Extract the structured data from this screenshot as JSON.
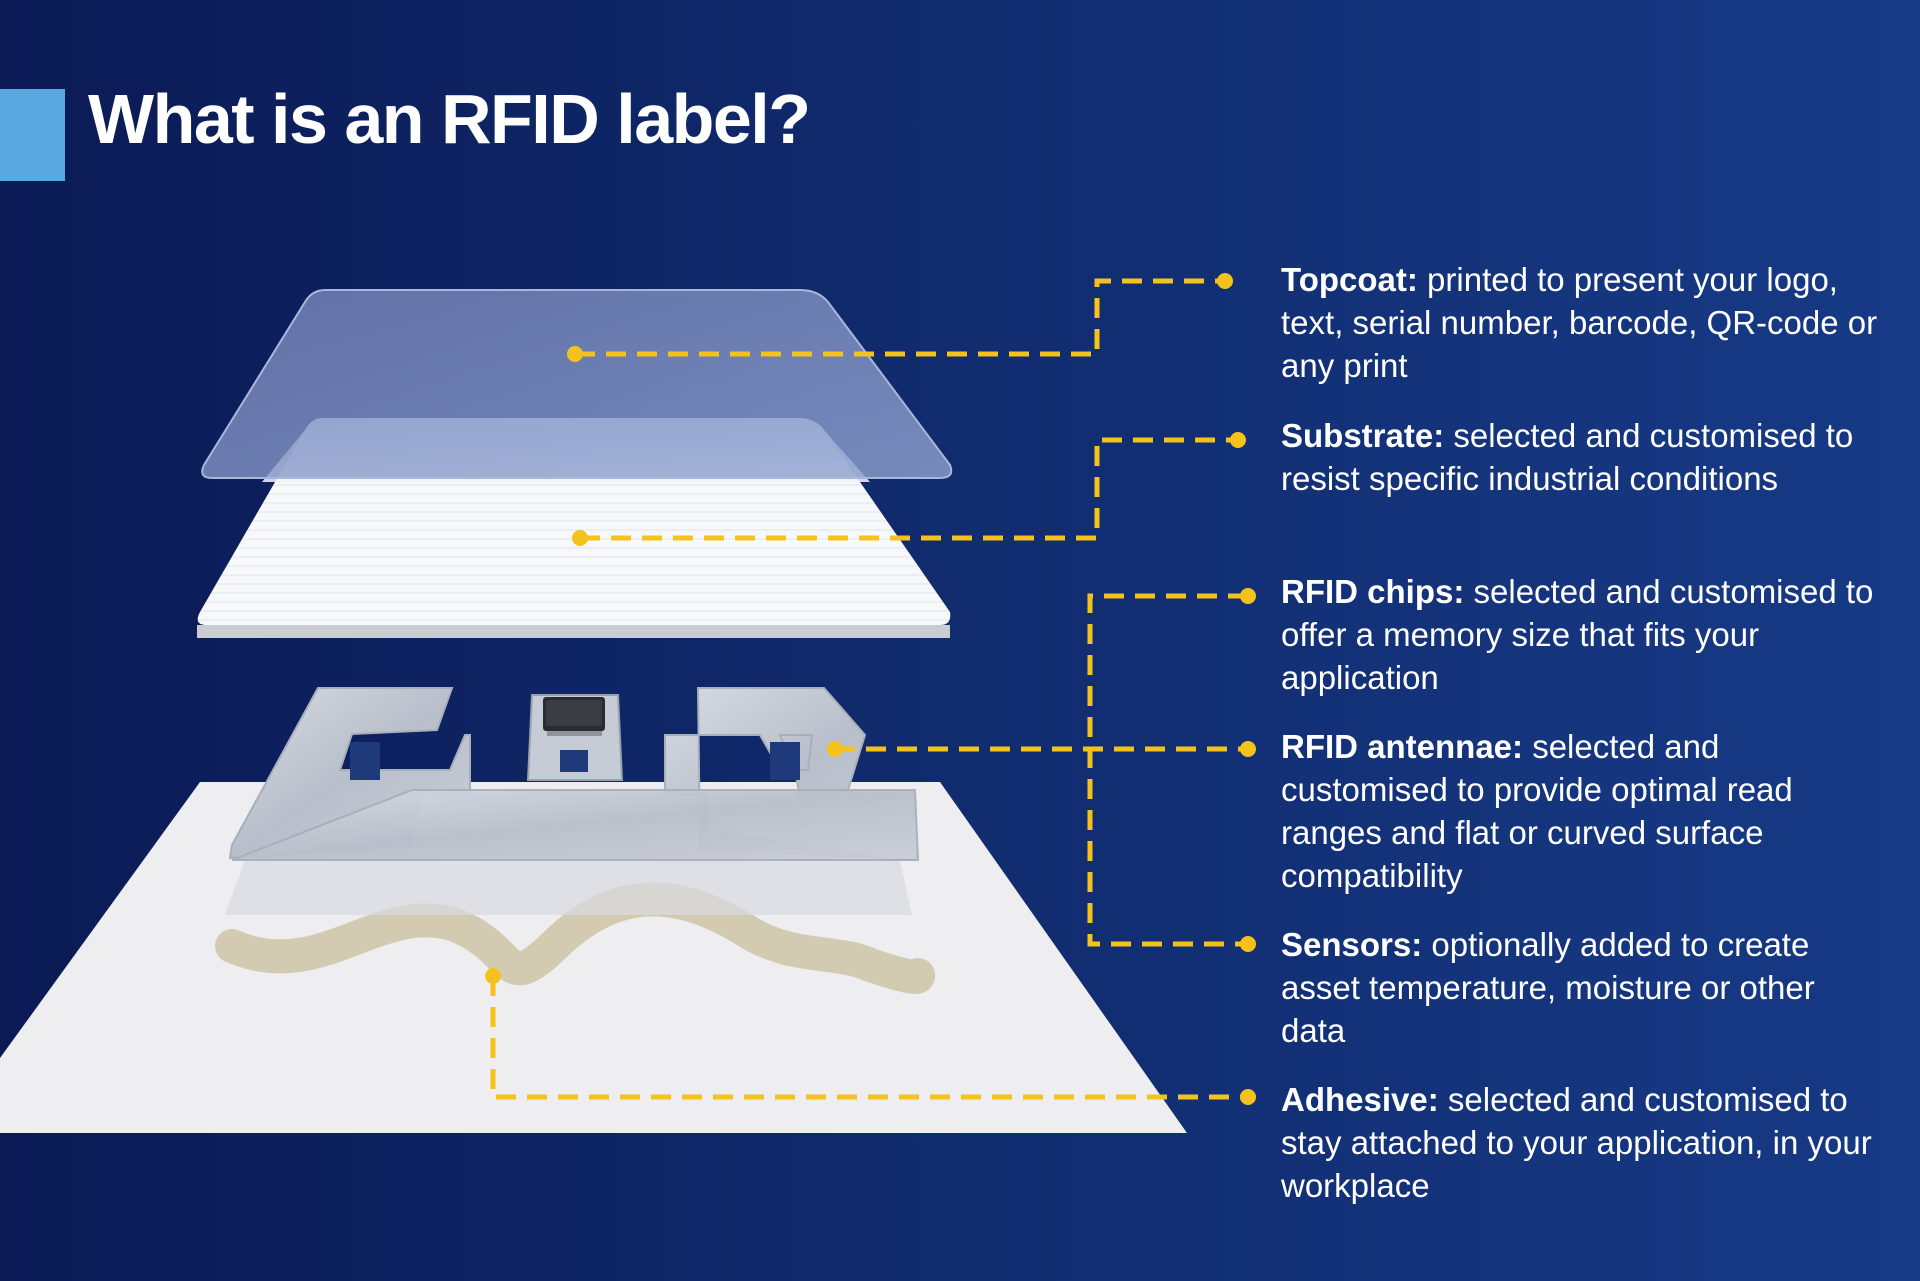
{
  "title": "What is an RFID label?",
  "colors": {
    "background_left": "#0b1a55",
    "background_right": "#173a86",
    "title_accent": "#5aa8e0",
    "leader_line": "#f5c21b",
    "text": "#ffffff"
  },
  "layers": [
    {
      "name": "Topcoat:",
      "description": " printed to present your logo, text, serial number, barcode, QR-code or any print"
    },
    {
      "name": "Substrate:",
      "description": " selected and customised to resist specific industrial conditions"
    },
    {
      "name": "RFID chips:",
      "description": " selected and customised to offer a memory size that fits your application"
    },
    {
      "name": "RFID antennae:",
      "description": " selected and customised to provide optimal read ranges and flat or curved surface compatibility"
    },
    {
      "name": "Sensors:",
      "description": " optionally added to create asset temperature, moisture or other data"
    },
    {
      "name": "Adhesive:",
      "description": " selected and customised to stay attached to your application, in your workplace"
    }
  ]
}
